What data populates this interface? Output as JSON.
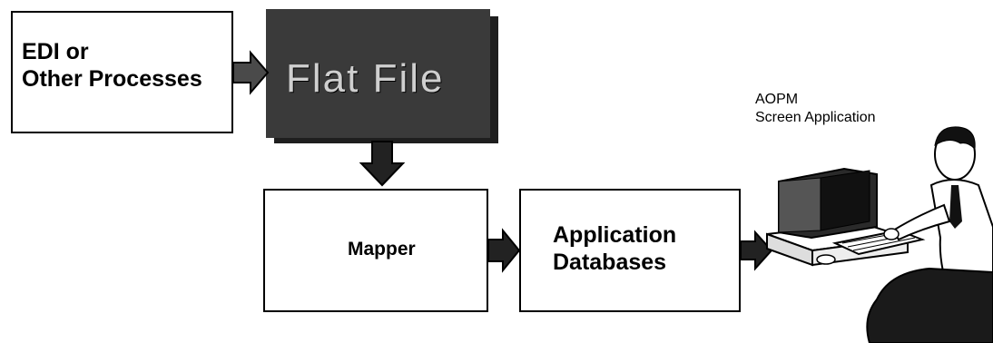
{
  "nodes": {
    "edi": {
      "line1": "EDI or",
      "line2": "Other Processes"
    },
    "flat_file": {
      "label": "Flat File"
    },
    "mapper": {
      "label": "Mapper"
    },
    "app_db": {
      "line1": "Application",
      "line2": "Databases"
    },
    "aopm": {
      "line1": "AOPM",
      "line2": "Screen Application"
    }
  },
  "icons": [
    "arrow-right-icon",
    "arrow-down-icon",
    "computer-user-icon"
  ],
  "colors": {
    "box_border": "#000000",
    "flat_file_bg": "#3a3a3a",
    "arrow": "#222222"
  }
}
